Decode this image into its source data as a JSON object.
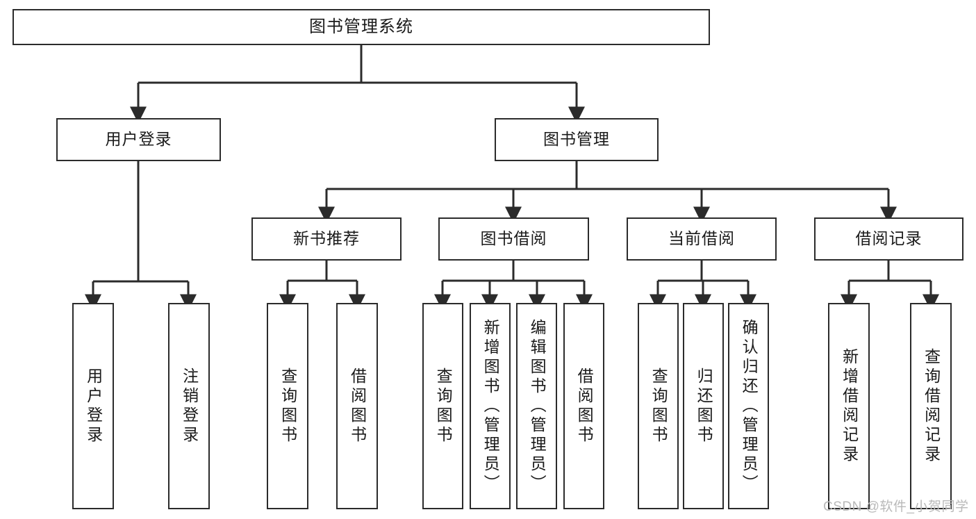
{
  "diagram": {
    "type": "hierarchy-tree",
    "title": "图书管理系统",
    "orientation": "top-down",
    "colors": {
      "box_border": "#2b2b2b",
      "box_fill": "#ffffff",
      "edge": "#2b2b2b",
      "text": "#1a1a1a",
      "watermark": "#b9b9b9"
    },
    "nodes": {
      "root": {
        "label": "图书管理系统"
      },
      "level2": [
        {
          "id": "user-login",
          "label": "用户登录"
        },
        {
          "id": "book-management",
          "label": "图书管理"
        }
      ],
      "level3": [
        {
          "id": "new-book-recommend",
          "label": "新书推荐"
        },
        {
          "id": "book-borrow",
          "label": "图书借阅"
        },
        {
          "id": "current-borrow",
          "label": "当前借阅"
        },
        {
          "id": "borrow-record",
          "label": "借阅记录"
        }
      ],
      "leaves": {
        "user-login": [
          {
            "id": "leaf-user-login",
            "label": "用户登录"
          },
          {
            "id": "leaf-logout",
            "label": "注销登录"
          }
        ],
        "new-book-recommend": [
          {
            "id": "leaf-query-book-1",
            "label": "查询图书"
          },
          {
            "id": "leaf-borrow-book-1",
            "label": "借阅图书"
          }
        ],
        "book-borrow": [
          {
            "id": "leaf-query-book-2",
            "label": "查询图书"
          },
          {
            "id": "leaf-add-book",
            "label": "新增图书（管理员）"
          },
          {
            "id": "leaf-edit-book",
            "label": "编辑图书（管理员）"
          },
          {
            "id": "leaf-borrow-book-2",
            "label": "借阅图书"
          }
        ],
        "current-borrow": [
          {
            "id": "leaf-query-book-3",
            "label": "查询图书"
          },
          {
            "id": "leaf-return-book",
            "label": "归还图书"
          },
          {
            "id": "leaf-confirm-return",
            "label": "确认归还（管理员）"
          }
        ],
        "borrow-record": [
          {
            "id": "leaf-add-record",
            "label": "新增借阅记录"
          },
          {
            "id": "leaf-query-record",
            "label": "查询借阅记录"
          }
        ]
      }
    },
    "watermark": "CSDN @软件_小贺同学"
  }
}
